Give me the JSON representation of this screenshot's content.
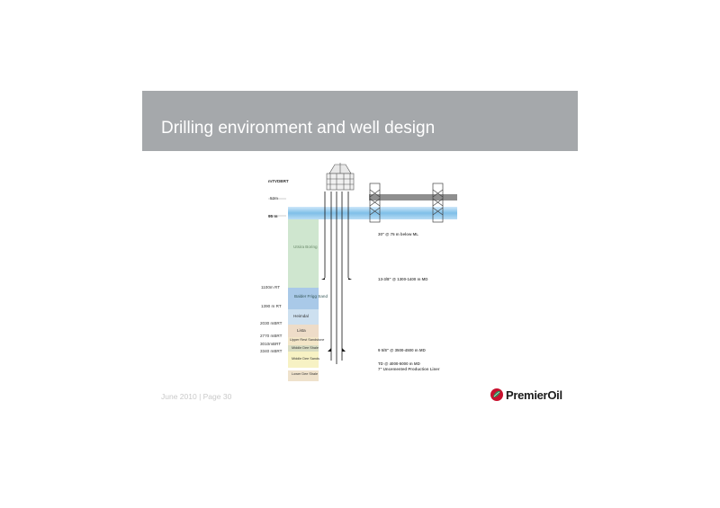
{
  "slide": {
    "title": "Drilling environment and well design",
    "footer": "June 2010 | Page 30"
  },
  "logo": {
    "icon": "premier-oil-leaf-icon",
    "text": "PremierOil"
  },
  "diagram": {
    "depth_header": "mTVDBRT",
    "air_gap_label": "52m",
    "seabed_label": "95 m",
    "depth_labels": [
      "1100m RT",
      "1390 m RT",
      "2030 mBRT",
      "2770 mBRT",
      "3010mBRT",
      "3340 mBRT"
    ],
    "formations": [
      "Utsira Boring",
      "Balder Frigg Sand",
      "Heimdal",
      "Lista",
      "Upper Rest Sandstone",
      "Middle Dee Shale",
      "Middle Dee Sands",
      "Lower Dee Shale"
    ],
    "casing_notes": [
      "30\" @ 75 m below ML",
      "13-3/8\" @ 1300-1400 m MD",
      "9 5/8\" @ 3500-4500 m MD",
      "TD @ 4000-5000 m MD",
      "7\" Uncemented Production Liner"
    ]
  },
  "colors": {
    "title_bar": "#a5a8ab",
    "water": "#8ac5ea",
    "logo_red": "#c8102e",
    "logo_green": "#2e8b57"
  }
}
